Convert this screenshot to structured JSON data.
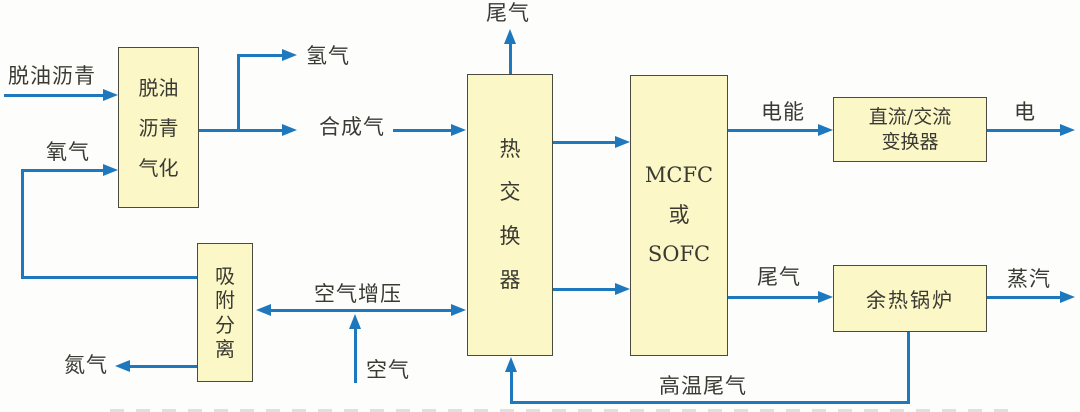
{
  "colors": {
    "line_blue": "#1E78BE",
    "box_fill": "#FBF7C6",
    "box_border": "#4a4a40",
    "text": "#3a3a33"
  },
  "nodes": {
    "gasifier": {
      "text": "脱油\n沥青\n气化"
    },
    "separator": {
      "text": "吸\n附\n分\n离"
    },
    "heat_exchanger": {
      "text": "热\n交\n换\n器"
    },
    "fuel_cell": {
      "text": "MCFC\n或\nSOFC"
    },
    "converter": {
      "text": "直流/交流\n变换器"
    },
    "boiler": {
      "text": "余热锅炉"
    }
  },
  "labels": {
    "deoiled_asphalt": "脱油沥青",
    "oxygen": "氧气",
    "hydrogen": "氢气",
    "syngas": "合成气",
    "offgas_top": "尾气",
    "electric_energy": "电能",
    "electricity": "电",
    "offgas_fc": "尾气",
    "steam": "蒸汽",
    "air_pressurization": "空气增压",
    "air": "空气",
    "nitrogen": "氮气",
    "high_temp_offgas": "高温尾气"
  }
}
